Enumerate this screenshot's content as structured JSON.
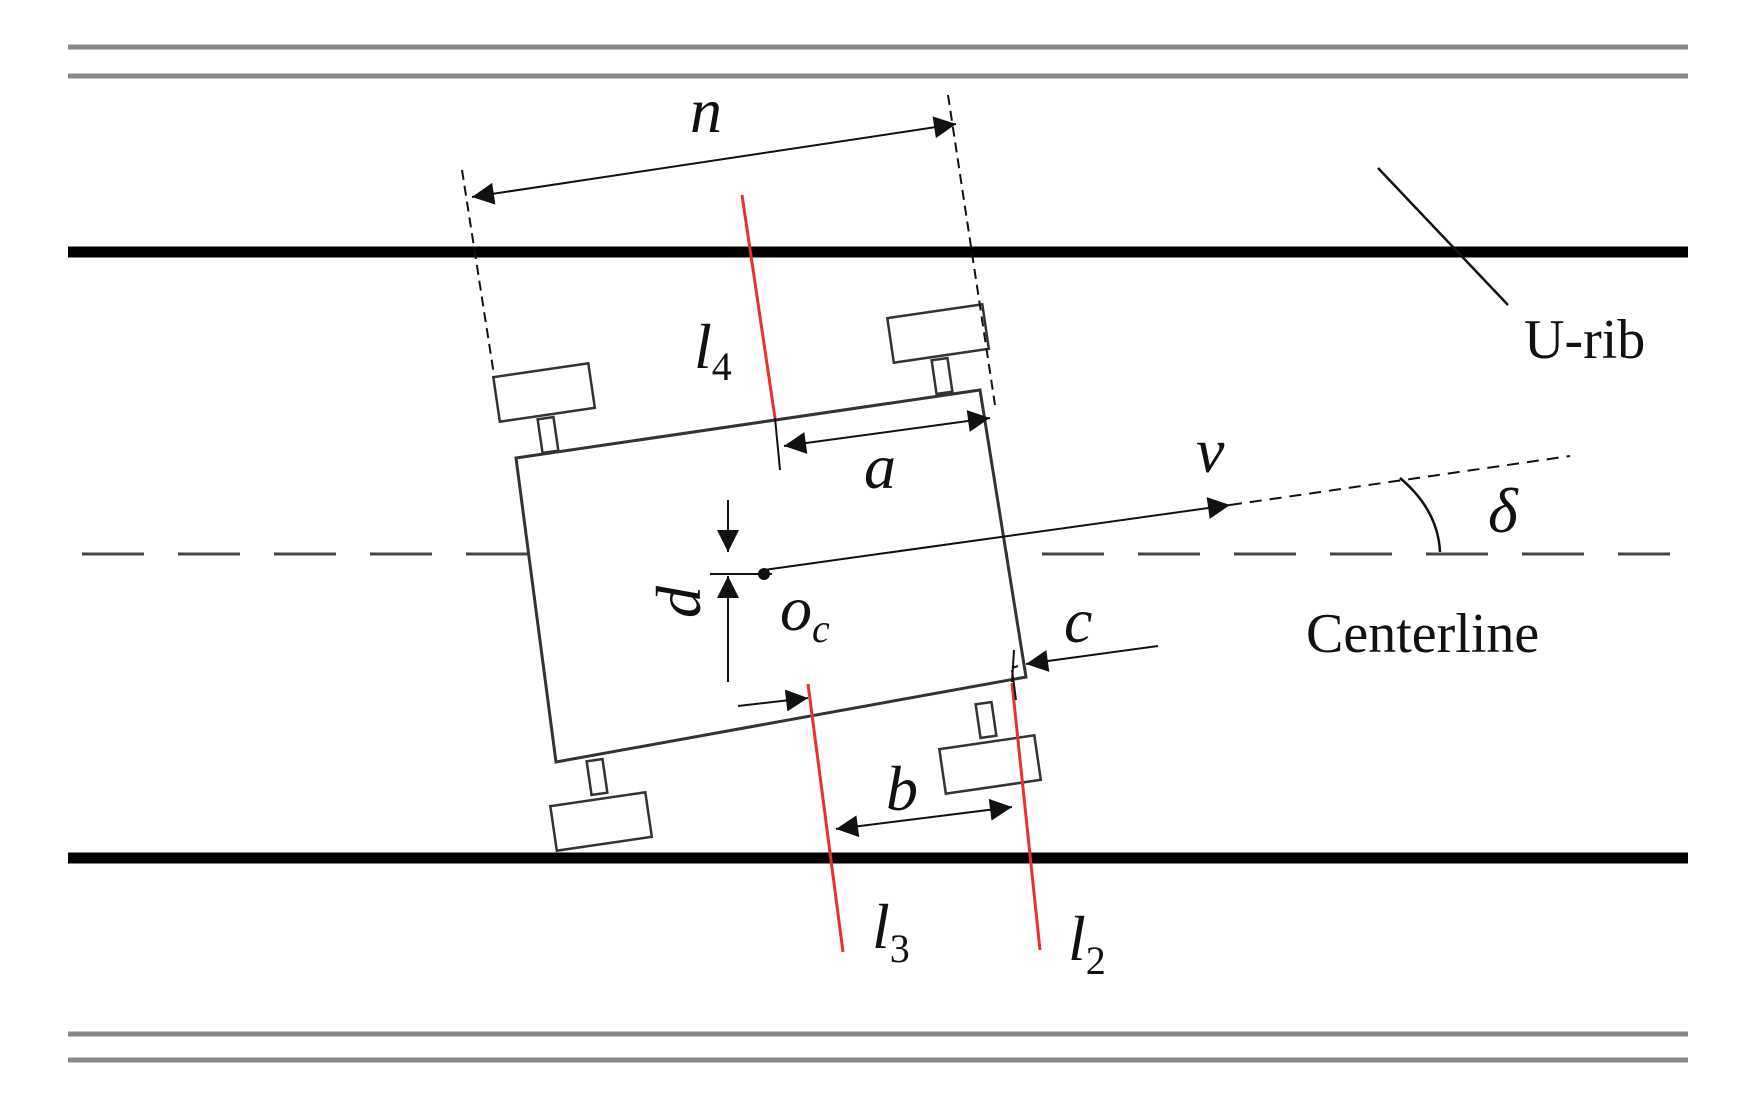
{
  "labels": {
    "u_rib": "U-rib",
    "centerline": "Centerline",
    "n": "n",
    "a": "a",
    "b": "b",
    "c": "c",
    "d": "d",
    "v": "v",
    "delta": "δ",
    "oc_base": "o",
    "oc_sub": "c",
    "l4_base": "l",
    "l4_sub": "4",
    "l3_base": "l",
    "l3_sub": "3",
    "l2_base": "l",
    "l2_sub": "2"
  },
  "colors": {
    "line": "#111111",
    "gray_rail": "#888888",
    "reference_line": "#e83030"
  }
}
